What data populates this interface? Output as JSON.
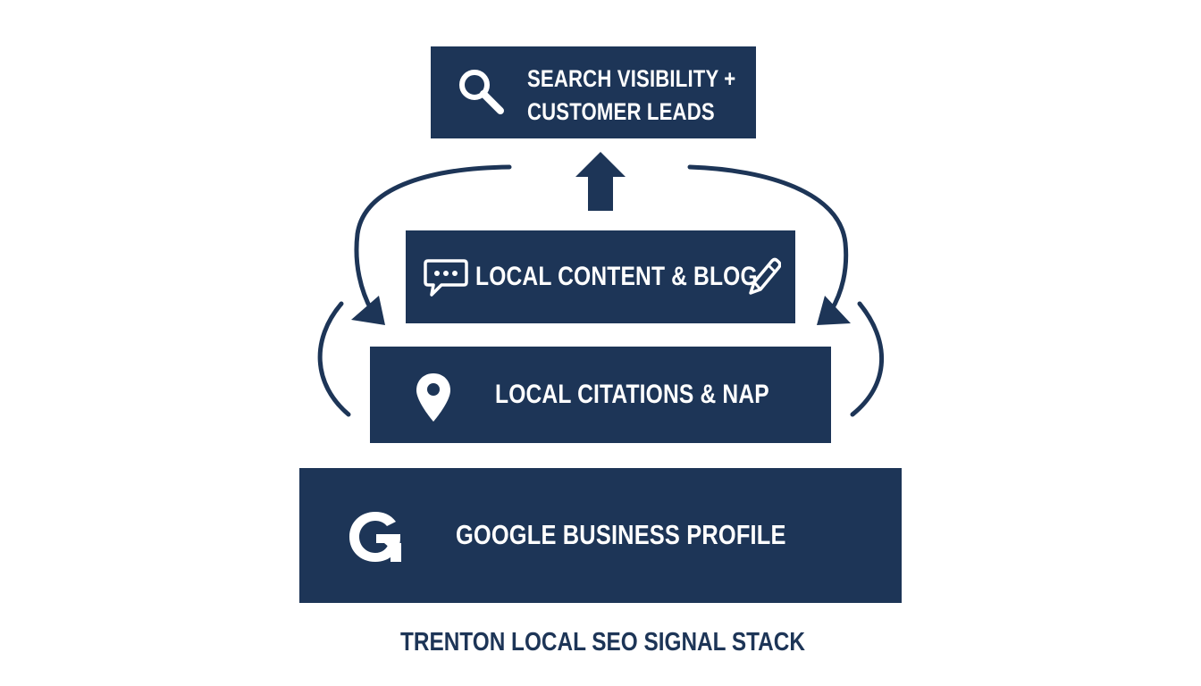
{
  "colors": {
    "navy": "#1d3557",
    "background": "#ffffff",
    "box_text": "#ffffff"
  },
  "stack": {
    "top": {
      "line1": "SEARCH VISIBILITY +",
      "line2": "CUSTOMER LEADS",
      "icon": "magnifying-glass-icon"
    },
    "content": {
      "label": "LOCAL CONTENT & BLOG",
      "icon_left": "chat-bubble-icon",
      "icon_right": "pencil-icon"
    },
    "citations": {
      "label": "LOCAL CITATIONS & NAP",
      "icon": "map-pin-icon"
    },
    "gbp": {
      "label": "GOOGLE BUSINESS PROFILE",
      "icon": "google-g-icon"
    }
  },
  "footer": {
    "caption": "TRENTON LOCAL SEO SIGNAL STACK"
  },
  "connectors": [
    "up-arrow-icon",
    "curved-arrow-left-icon",
    "curved-arrow-right-icon"
  ]
}
